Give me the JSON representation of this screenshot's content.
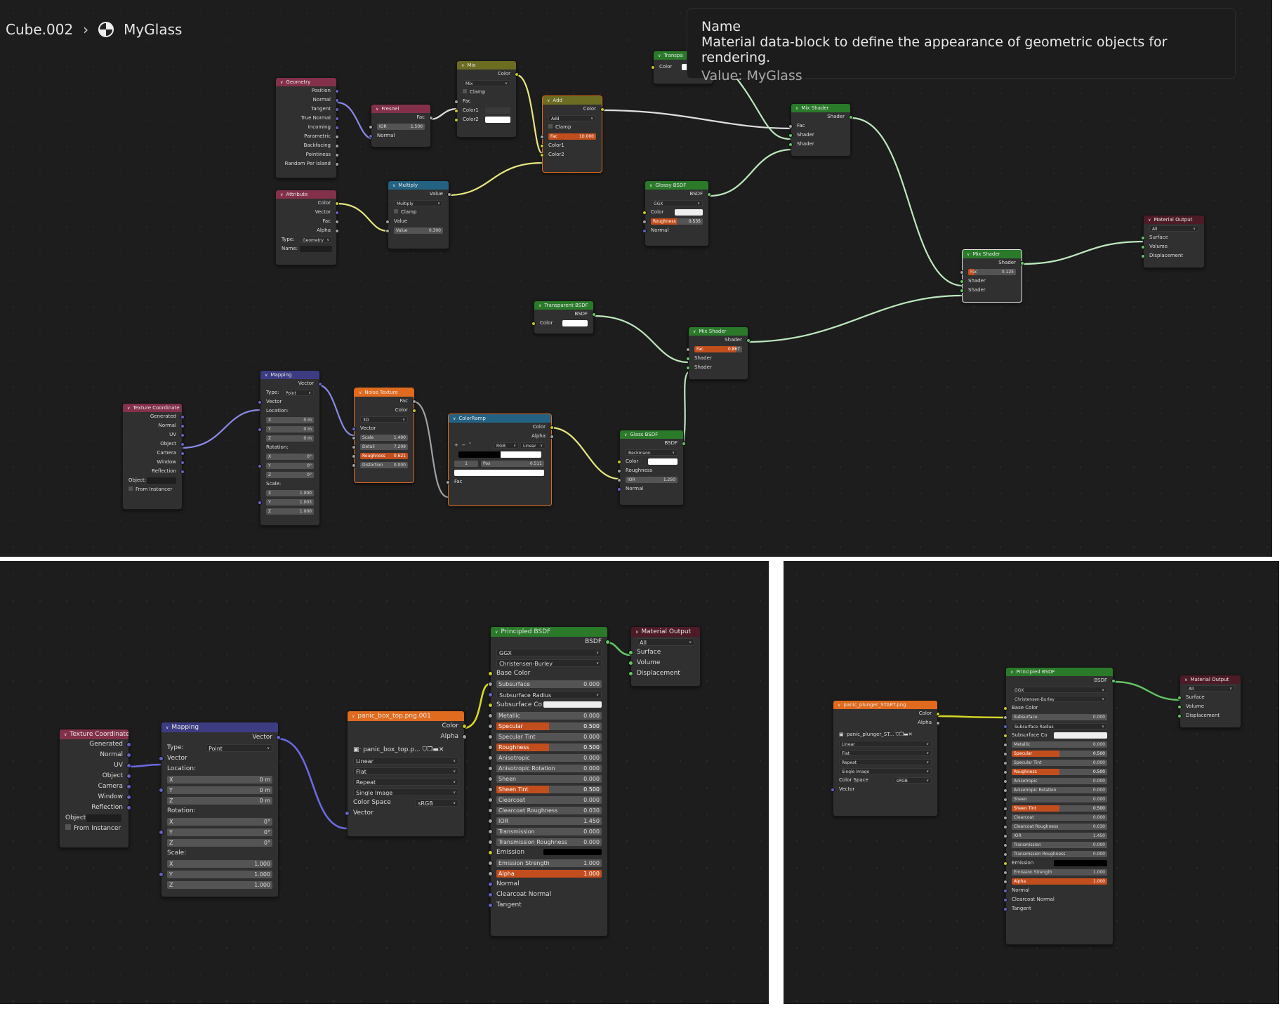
{
  "header": {
    "object": "Cube.002",
    "material": "MyGlass"
  },
  "tooltip": {
    "title": "Name",
    "desc": "Material data-block to define the appearance of geometric objects for rendering.",
    "value": "Value: MyGlass"
  },
  "top": {
    "geometry": {
      "title": "Geometry",
      "outputs": [
        "Position",
        "Normal",
        "Tangent",
        "True Normal",
        "Incoming",
        "Parametric",
        "Backfacing",
        "Pointiness",
        "Random Per Island"
      ]
    },
    "attribute": {
      "title": "Attribute",
      "outputs": [
        "Color",
        "Vector",
        "Fac",
        "Alpha"
      ],
      "type_label": "Type:",
      "type_value": "Geometry",
      "name_label": "Name:"
    },
    "fresnel": {
      "title": "Fresnel",
      "out": "Fac",
      "ior_label": "IOR",
      "ior_value": "1.500",
      "normal": "Normal"
    },
    "mix": {
      "title": "Mix",
      "out": "Color",
      "mode": "Mix",
      "clamp": "Clamp",
      "fac": "Fac",
      "c1": "Color1",
      "c2": "Color2"
    },
    "multiply": {
      "title": "Multiply",
      "out": "Value",
      "mode": "Multiply",
      "clamp": "Clamp",
      "in1": "Value",
      "val_label": "Value",
      "val": "0.300"
    },
    "add": {
      "title": "Add",
      "out": "Color",
      "mode": "Add",
      "clamp": "Clamp",
      "fac_label": "Fac",
      "fac": "10.000",
      "c1": "Color1",
      "c2": "Color2"
    },
    "transp_top": {
      "title": "Transpa",
      "color": "Color"
    },
    "glossy": {
      "title": "Glossy BSDF",
      "out": "BSDF",
      "dist": "GGX",
      "color": "Color",
      "rough_label": "Roughness",
      "rough": "0.535",
      "normal": "Normal"
    },
    "mix_shader1": {
      "title": "Mix Shader",
      "out": "Shader",
      "fac": "Fac",
      "s1": "Shader",
      "s2": "Shader"
    },
    "mix_shader_final": {
      "title": "Mix Shader",
      "out": "Shader",
      "fac_label": "Fac",
      "fac": "0.125",
      "s1": "Shader",
      "s2": "Shader"
    },
    "mat_out": {
      "title": "Material Output",
      "target": "All",
      "inputs": [
        "Surface",
        "Volume",
        "Displacement"
      ]
    },
    "transparent": {
      "title": "Transparent BSDF",
      "out": "BSDF",
      "color": "Color"
    },
    "mix_shader2": {
      "title": "Mix Shader",
      "out": "Shader",
      "fac_label": "Fac",
      "fac": "0.867",
      "s1": "Shader",
      "s2": "Shader"
    },
    "texcoord": {
      "title": "Texture Coordinate",
      "outputs": [
        "Generated",
        "Normal",
        "UV",
        "Object",
        "Camera",
        "Window",
        "Reflection"
      ],
      "object_label": "Object:",
      "from_instancer": "From Instancer"
    },
    "mapping": {
      "title": "Mapping",
      "out": "Vector",
      "type_label": "Type:",
      "type": "Point",
      "vector": "Vector",
      "location": "Location:",
      "loc": [
        "0 m",
        "0 m",
        "0 m"
      ],
      "rotation": "Rotation:",
      "rot": [
        "0°",
        "0°",
        "0°"
      ],
      "scale": "Scale:",
      "scl": [
        "1.000",
        "1.003",
        "1.000"
      ],
      "axes": [
        "X",
        "Y",
        "Z"
      ]
    },
    "noise": {
      "title": "Noise Texture",
      "outs": [
        "Fac",
        "Color"
      ],
      "dim": "3D",
      "vector": "Vector",
      "fields": [
        [
          "Scale",
          "1.400"
        ],
        [
          "Detail",
          "7.209"
        ],
        [
          "Roughness",
          "0.621"
        ],
        [
          "Distortion",
          "0.000"
        ]
      ]
    },
    "colorramp": {
      "title": "ColorRamp",
      "outs": [
        "Color",
        "Alpha"
      ],
      "mode": "RGB",
      "interp": "Linear",
      "index": "1",
      "pos_label": "Pos",
      "pos": "0.511",
      "fac": "Fac"
    },
    "glass": {
      "title": "Glass BSDF",
      "out": "BSDF",
      "dist": "Beckmann",
      "color": "Color",
      "rough": "Roughness",
      "ior_label": "IOR",
      "ior": "1.250",
      "normal": "Normal"
    }
  },
  "bottom_left": {
    "texcoord": {
      "title": "Texture Coordinate",
      "outputs": [
        "Generated",
        "Normal",
        "UV",
        "Object",
        "Camera",
        "Window",
        "Reflection"
      ],
      "object_label": "Object:",
      "from_instancer": "From Instancer"
    },
    "mapping": {
      "title": "Mapping",
      "out": "Vector",
      "type_label": "Type:",
      "type": "Point",
      "vector": "Vector",
      "location": "Location:",
      "loc": [
        "0 m",
        "0 m",
        "0 m"
      ],
      "rotation": "Rotation:",
      "rot": [
        "0°",
        "0°",
        "0°"
      ],
      "scale": "Scale:",
      "scl": [
        "1.000",
        "1.000",
        "1.000"
      ],
      "axes": [
        "X",
        "Y",
        "Z"
      ]
    },
    "image": {
      "title": "panic_box_top.png.001",
      "outs": [
        "Color",
        "Alpha"
      ],
      "file": "panic_box_top.p...",
      "interp": "Linear",
      "proj": "Flat",
      "ext": "Repeat",
      "src": "Single Image",
      "cs_label": "Color Space",
      "cs": "sRGB",
      "vector": "Vector"
    },
    "principled": {
      "title": "Principled BSDF",
      "out": "BSDF",
      "dist": "GGX",
      "sss": "Christensen-Burley"
    },
    "mat_out": {
      "title": "Material Output",
      "target": "All",
      "inputs": [
        "Surface",
        "Volume",
        "Displacement"
      ]
    }
  },
  "bottom_right": {
    "image": {
      "title": "panic_plunger_START.png",
      "outs": [
        "Color",
        "Alpha"
      ],
      "file": "panic_plunger_ST...",
      "interp": "Linear",
      "proj": "Flat",
      "ext": "Repeat",
      "src": "Single Image",
      "cs_label": "Color Space",
      "cs": "sRGB",
      "vector": "Vector"
    },
    "principled": {
      "title": "Principled BSDF",
      "out": "BSDF",
      "dist": "GGX",
      "sss": "Christensen-Burley"
    },
    "mat_out": {
      "title": "Material Output",
      "target": "All",
      "inputs": [
        "Surface",
        "Volume",
        "Displacement"
      ]
    }
  },
  "principled_rows": [
    {
      "label": "Base Color",
      "kind": "sock",
      "sock": "y"
    },
    {
      "label": "Subsurface",
      "kind": "num",
      "value": "0.000"
    },
    {
      "label": "Subsurface Radius",
      "kind": "dd"
    },
    {
      "label": "Subsurface Co",
      "kind": "color",
      "color": "#eeeeee"
    },
    {
      "label": "Metallic",
      "kind": "num",
      "value": "0.000"
    },
    {
      "label": "Specular",
      "kind": "half",
      "value": "0.500"
    },
    {
      "label": "Specular Tint",
      "kind": "num",
      "value": "0.000"
    },
    {
      "label": "Roughness",
      "kind": "half",
      "value": "0.500"
    },
    {
      "label": "Anisotropic",
      "kind": "num",
      "value": "0.000"
    },
    {
      "label": "Anisotropic Rotation",
      "kind": "num",
      "value": "0.000"
    },
    {
      "label": "Sheen",
      "kind": "num",
      "value": "0.000"
    },
    {
      "label": "Sheen Tint",
      "kind": "half",
      "value": "0.500"
    },
    {
      "label": "Clearcoat",
      "kind": "num",
      "value": "0.000"
    },
    {
      "label": "Clearcoat Roughness",
      "kind": "num",
      "value": "0.030"
    },
    {
      "label": "IOR",
      "kind": "num",
      "value": "1.450"
    },
    {
      "label": "Transmission",
      "kind": "num",
      "value": "0.000"
    },
    {
      "label": "Transmission Roughness",
      "kind": "num",
      "value": "0.000"
    },
    {
      "label": "Emission",
      "kind": "color",
      "color": "#000000"
    },
    {
      "label": "Emission Strength",
      "kind": "num",
      "value": "1.000"
    },
    {
      "label": "Alpha",
      "kind": "full",
      "value": "1.000"
    },
    {
      "label": "Normal",
      "kind": "sock",
      "sock": "v"
    },
    {
      "label": "Clearcoat Normal",
      "kind": "sock",
      "sock": "v"
    },
    {
      "label": "Tangent",
      "kind": "sock",
      "sock": "v"
    }
  ],
  "colors": {
    "input": "#83314a",
    "texture": "#e06a1d",
    "shader": "#2a7a2a",
    "converter": "#246283",
    "vector": "#3c3c83",
    "color": "#6c6c22",
    "output": "#4d1b26"
  }
}
